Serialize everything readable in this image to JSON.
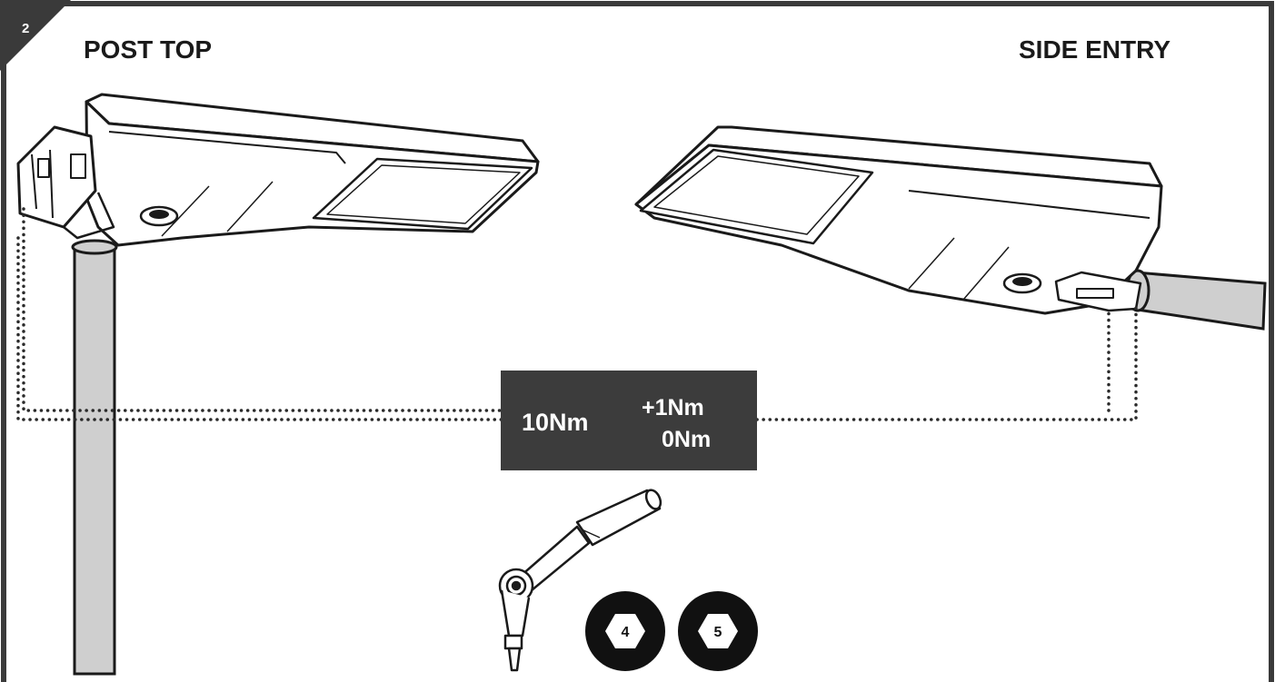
{
  "step": {
    "number": "2"
  },
  "headings": {
    "left": "POST TOP",
    "right": "SIDE ENTRY"
  },
  "torque": {
    "nominal": "10Nm",
    "tolerance_plus": "+1Nm",
    "tolerance_minus": "0Nm"
  },
  "tools": {
    "hex_sizes": [
      "4",
      "5"
    ]
  },
  "colors": {
    "frame": "#3a3a3a",
    "label_bg": "#3c3c3c",
    "pole": "#cfcfcf",
    "ink": "#1a1a1a"
  }
}
